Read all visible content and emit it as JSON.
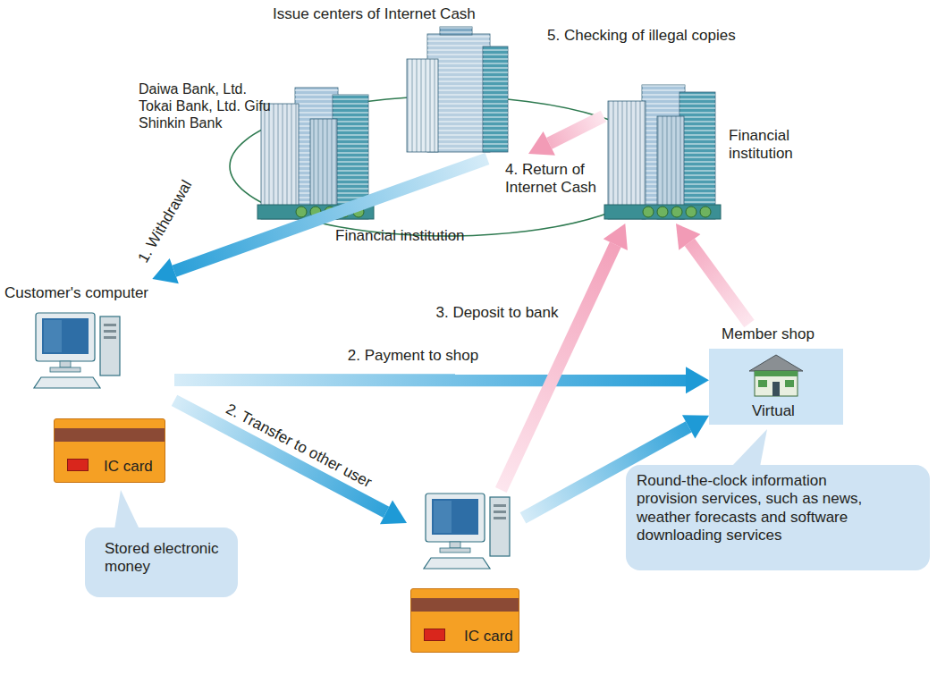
{
  "diagram": {
    "nodes": [
      {
        "text": [
          "Issue centers of Internet Cash"
        ]
      },
      {
        "text": [
          "Daiwa Bank, Ltd. Tokai Bank, Ltd. Gifu Shinkin Bank",
          "Financial institution"
        ]
      },
      {
        "text": [
          "Financial institution"
        ]
      },
      {
        "text": [
          "Customer's computer"
        ]
      },
      {
        "text": [
          "IC card"
        ]
      },
      {
        "text": [
          "Stored electronic money"
        ]
      },
      {
        "text": [
          "Member shop",
          "Virtual"
        ]
      },
      {
        "text": [
          "Round-the-clock information provision services, such as news, weather forecasts and software downloading services"
        ]
      },
      {
        "text": [
          "IC card"
        ]
      }
    ],
    "edges": [
      {
        "from": 1,
        "to": 3,
        "label": "1. Withdrawal",
        "arrow": "to"
      },
      {
        "from": 3,
        "to": 6,
        "label": "2. Payment to shop",
        "arrow": "to"
      },
      {
        "from": 3,
        "to": 8,
        "label": "2. Transfer to other user",
        "arrow": "to"
      },
      {
        "from": 8,
        "to": 6,
        "arrow": "to"
      },
      {
        "from": 8,
        "to": 2,
        "label": "3. Deposit to bank",
        "arrow": "to"
      },
      {
        "from": 6,
        "to": 2,
        "arrow": "to"
      },
      {
        "from": 2,
        "to": 0,
        "label": "4. Return of Internet Cash",
        "arrow": "to"
      }
    ],
    "labels": [
      "5. Checking of illegal copies"
    ]
  }
}
